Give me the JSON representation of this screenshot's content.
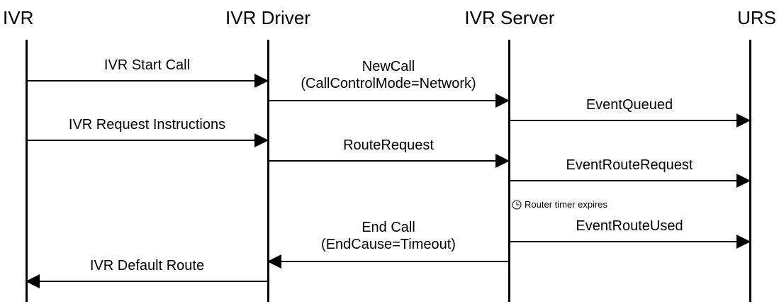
{
  "actors": {
    "ivr": "IVR",
    "ivr_driver": "IVR Driver",
    "ivr_server": "IVR Server",
    "urs": "URS"
  },
  "messages": {
    "ivr_start_call": [
      "IVR Start Call"
    ],
    "new_call": [
      "NewCall",
      "(CallControlMode=Network)"
    ],
    "event_queued": [
      "EventQueued"
    ],
    "ivr_request_instructions": [
      "IVR Request Instructions"
    ],
    "route_request": [
      "RouteRequest"
    ],
    "event_route_request": [
      "EventRouteRequest"
    ],
    "event_route_used": [
      "EventRouteUsed"
    ],
    "end_call": [
      "End Call",
      "(EndCause=Timeout)"
    ],
    "ivr_default_route": [
      "IVR Default Route"
    ]
  },
  "note": {
    "router_timer": "Router timer expires",
    "icon": "clock-icon"
  }
}
